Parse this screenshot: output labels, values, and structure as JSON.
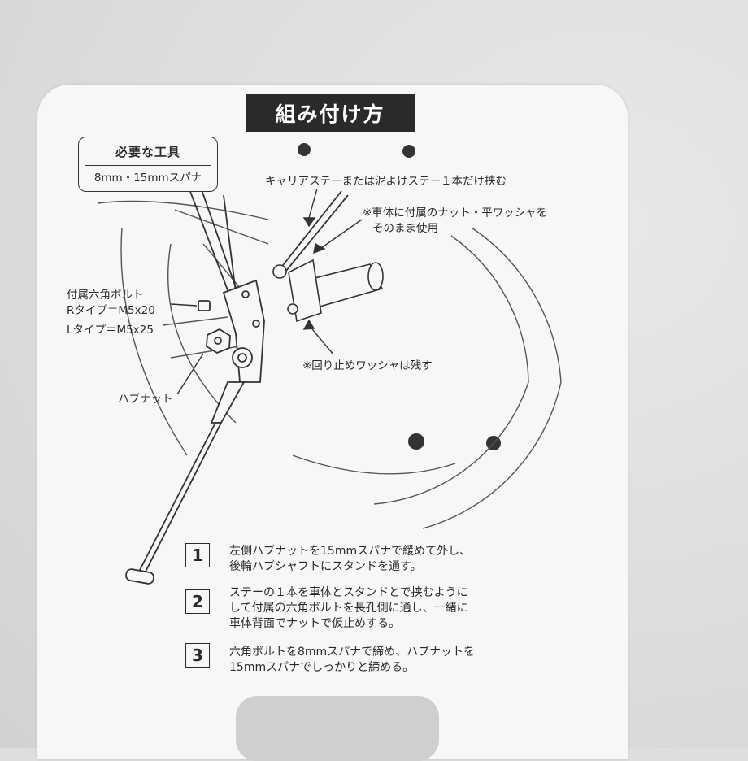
{
  "title": "組み付け方",
  "tools": {
    "heading": "必要な工具",
    "items": "8mm・15mmスパナ"
  },
  "annotations": {
    "stay": "キャリアステーまたは泥よけステー１本だけ挟む",
    "nut_washer_1": "※車体に付属のナット・平ワッシャを",
    "nut_washer_2": "そのまま使用",
    "bolt_1": "付属六角ボルト",
    "bolt_2": "Rタイプ＝M5x20",
    "bolt_3": "Lタイプ＝M5x25",
    "keep_washer": "※回り止めワッシャは残す",
    "hub_nut": "ハブナット"
  },
  "steps": [
    {
      "number": "1",
      "text": "左側ハブナットを15mmスパナで緩めて外し、\n後輪ハブシャフトにスタンドを通す。"
    },
    {
      "number": "2",
      "text": "ステーの１本を車体とスタンドとで挟むように\nして付属の六角ボルトを長孔側に通し、一緒に\n車体背面でナットで仮止めする。"
    },
    {
      "number": "3",
      "text": "六角ボルトを8mmスパナで締め、ハブナットを\n15mmスパナでしっかりと締める。"
    }
  ]
}
